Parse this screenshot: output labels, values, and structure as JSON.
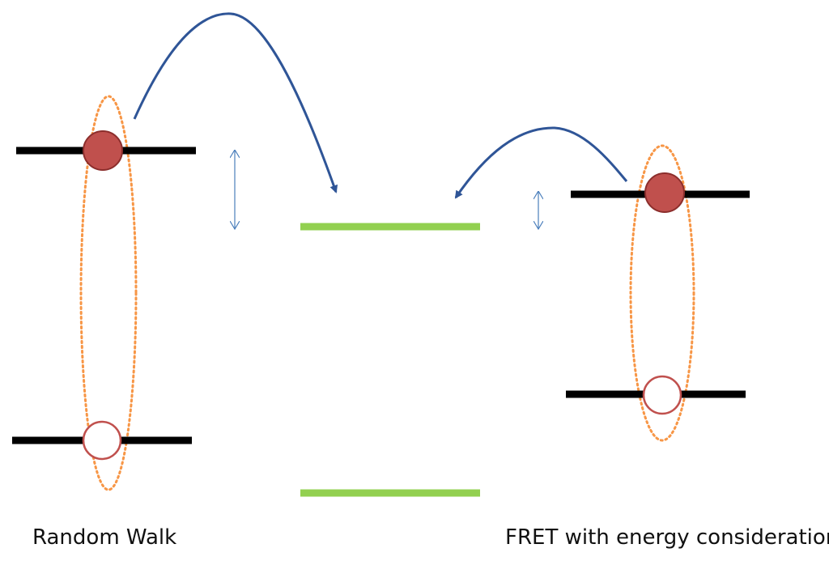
{
  "captions": {
    "left": "Random Walk",
    "right": "FRET with energy consideration"
  },
  "colors": {
    "level_line": "#000000",
    "acceptor_level": "#92d050",
    "excited_electron_fill": "#c0504d",
    "excited_electron_stroke": "#8c2e2c",
    "hole_stroke": "#c0504d",
    "hole_fill": "#ffffff",
    "molecule_outline": "#f79646",
    "transfer_arrow": "#2f5597",
    "gap_arrow": "#4a7ebb"
  },
  "icons": {
    "transfer_arrow": "curved-arrow",
    "gap_indicator": "double-headed-arrow"
  }
}
